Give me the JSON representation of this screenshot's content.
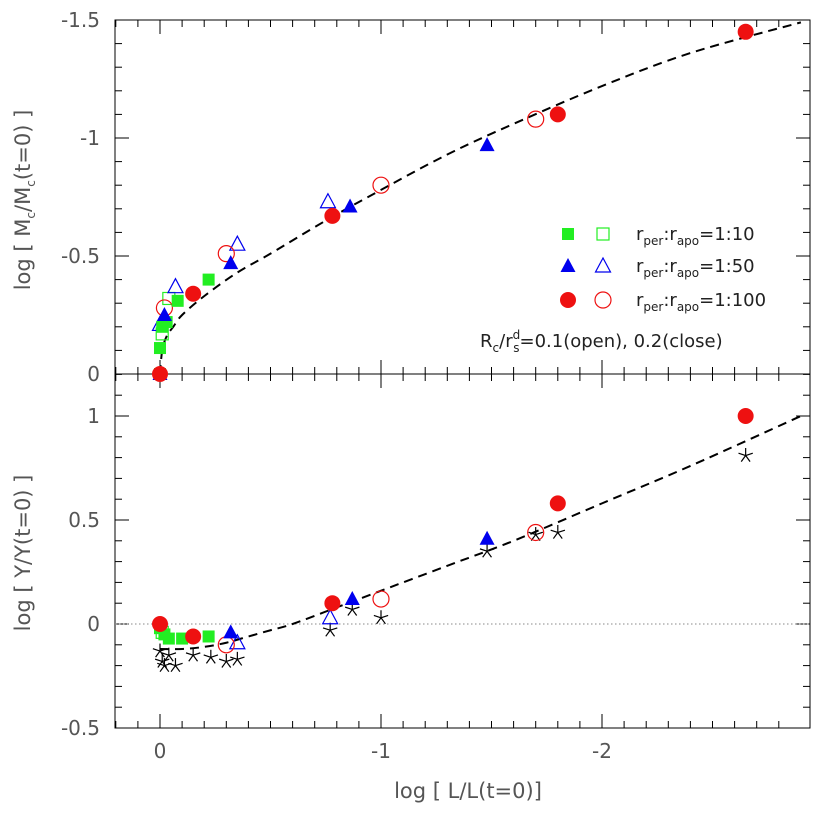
{
  "xlabel": "log [ L/L(t=0)]",
  "top_panel": {
    "ylabel": "log [ Mc/Mc(t=0) ]",
    "ylabel_main": "log [ M",
    "ylabel_sub1": "c",
    "ylabel_mid": "/M",
    "ylabel_sub2": "c",
    "ylabel_end": "(t=0) ]",
    "ytick_labels": [
      "0",
      "-0.5",
      "-1",
      "-1.5"
    ],
    "legend": [
      {
        "prefix": "r",
        "sub1": "per",
        "mid": ":r",
        "sub2": "apo",
        "ratio": "=1:10",
        "color": "#22ee22",
        "filled_marker": "square",
        "open_marker": "open-square"
      },
      {
        "prefix": "r",
        "sub1": "per",
        "mid": ":r",
        "sub2": "apo",
        "ratio": "=1:50",
        "color": "#0000ee",
        "filled_marker": "triangle",
        "open_marker": "open-triangle"
      },
      {
        "prefix": "r",
        "sub1": "per",
        "mid": ":r",
        "sub2": "apo",
        "ratio": "=1:100",
        "color": "#ee1111",
        "filled_marker": "circle",
        "open_marker": "open-circle"
      }
    ],
    "note_main": "R",
    "note_sub": "c",
    "note_mid": "/r",
    "note_sup": "d",
    "note_sub2": "s",
    "note_end": "=0.1(open), 0.2(close)"
  },
  "bottom_panel": {
    "ylabel": "log [ Υ/Υ(t=0) ]",
    "ytick_labels": [
      "-0.5",
      "0",
      "0.5",
      "1"
    ]
  },
  "xtick_labels": [
    "0",
    "-1",
    "-2"
  ],
  "chart_data": [
    {
      "type": "scatter",
      "panel": "top",
      "xlim": [
        0.2,
        -2.9
      ],
      "ylim": [
        0,
        -1.5
      ],
      "series": [
        {
          "name": "rper:rapo=1:10 (close)",
          "marker": "square",
          "filled": true,
          "color": "#22ee22",
          "x": [
            0,
            0,
            -0.01,
            -0.03,
            -0.08,
            -0.22
          ],
          "y": [
            0,
            -0.11,
            -0.2,
            -0.22,
            -0.31,
            -0.4
          ]
        },
        {
          "name": "rper:rapo=1:10 (open)",
          "marker": "open-square",
          "filled": false,
          "color": "#22ee22",
          "x": [
            -0.01,
            -0.04
          ],
          "y": [
            -0.17,
            -0.32
          ]
        },
        {
          "name": "rper:rapo=1:50 (close)",
          "marker": "triangle",
          "filled": true,
          "color": "#0000ee",
          "x": [
            0,
            -0.02,
            -0.32,
            -0.86,
            -1.48
          ],
          "y": [
            0,
            -0.25,
            -0.47,
            -0.71,
            -0.97
          ]
        },
        {
          "name": "rper:rapo=1:50 (open)",
          "marker": "open-triangle",
          "filled": false,
          "color": "#0000ee",
          "x": [
            0,
            -0.07,
            -0.35,
            -0.76
          ],
          "y": [
            -0.21,
            -0.37,
            -0.55,
            -0.73
          ]
        },
        {
          "name": "rper:rapo=1:100 (close)",
          "marker": "circle",
          "filled": true,
          "color": "#ee1111",
          "x": [
            0,
            -0.15,
            -0.78,
            -1.8,
            -2.65
          ],
          "y": [
            0,
            -0.34,
            -0.67,
            -1.1,
            -1.45
          ]
        },
        {
          "name": "rper:rapo=1:100 (open)",
          "marker": "open-circle",
          "filled": false,
          "color": "#ee1111",
          "x": [
            -0.02,
            -0.3,
            -1.0,
            -1.7
          ],
          "y": [
            -0.28,
            -0.51,
            -0.8,
            -1.08
          ]
        }
      ],
      "fit_curve": {
        "style": "dashed",
        "x": [
          0,
          -0.01,
          -0.03,
          -0.06,
          -0.1,
          -0.2,
          -0.35,
          -0.5,
          -0.75,
          -1.0,
          -1.3,
          -1.6,
          -2.0,
          -2.4,
          -2.9
        ],
        "y": [
          0,
          -0.1,
          -0.16,
          -0.2,
          -0.25,
          -0.33,
          -0.43,
          -0.51,
          -0.65,
          -0.78,
          -0.93,
          -1.06,
          -1.22,
          -1.36,
          -1.49
        ]
      }
    },
    {
      "type": "scatter",
      "panel": "bottom",
      "xlim": [
        0.2,
        -2.9
      ],
      "ylim": [
        -0.5,
        1.2
      ],
      "series": [
        {
          "name": "rper:rapo=1:10 (close)",
          "marker": "square",
          "filled": true,
          "color": "#22ee22",
          "x": [
            0,
            -0.02,
            -0.04,
            -0.1,
            -0.22
          ],
          "y": [
            -0.02,
            -0.05,
            -0.07,
            -0.07,
            -0.06
          ]
        },
        {
          "name": "rper:rapo=1:10 (open)",
          "marker": "open-square",
          "filled": false,
          "color": "#22ee22",
          "x": [
            -0.01
          ],
          "y": [
            -0.04
          ]
        },
        {
          "name": "rper:rapo=1:50 (close)",
          "marker": "triangle",
          "filled": true,
          "color": "#0000ee",
          "x": [
            -0.32,
            -0.87,
            -1.48
          ],
          "y": [
            -0.04,
            0.12,
            0.41
          ]
        },
        {
          "name": "rper:rapo=1:50 (open)",
          "marker": "open-triangle",
          "filled": false,
          "color": "#0000ee",
          "x": [
            -0.35,
            -0.77
          ],
          "y": [
            -0.09,
            0.03
          ]
        },
        {
          "name": "rper:rapo=1:100 (close)",
          "marker": "circle",
          "filled": true,
          "color": "#ee1111",
          "x": [
            0,
            -0.15,
            -0.78,
            -1.8,
            -2.65
          ],
          "y": [
            0,
            -0.06,
            0.1,
            0.58,
            1.0
          ]
        },
        {
          "name": "rper:rapo=1:100 (open)",
          "marker": "open-circle",
          "filled": false,
          "color": "#ee1111",
          "x": [
            -0.3,
            -1.0,
            -1.7
          ],
          "y": [
            -0.1,
            0.12,
            0.44
          ]
        },
        {
          "name": "stars",
          "marker": "star",
          "filled": false,
          "color": "#000000",
          "x": [
            0,
            -0.01,
            -0.02,
            -0.04,
            -0.07,
            -0.15,
            -0.23,
            -0.3,
            -0.35,
            -0.77,
            -0.87,
            -1.0,
            -1.48,
            -1.7,
            -1.8,
            -2.65
          ],
          "y": [
            -0.13,
            -0.18,
            -0.2,
            -0.15,
            -0.2,
            -0.15,
            -0.16,
            -0.18,
            -0.17,
            -0.03,
            0.07,
            0.03,
            0.35,
            0.43,
            0.44,
            0.81
          ]
        }
      ],
      "fit_curve": {
        "style": "dashed",
        "x": [
          0,
          -0.1,
          -0.2,
          -0.3,
          -0.4,
          -0.5,
          -0.6,
          -0.8,
          -1.0,
          -1.3,
          -1.6,
          -2.0,
          -2.4,
          -2.9
        ],
        "y": [
          -0.12,
          -0.12,
          -0.11,
          -0.09,
          -0.06,
          -0.03,
          0.0,
          0.08,
          0.16,
          0.28,
          0.4,
          0.58,
          0.76,
          1.0
        ]
      },
      "reference_line": {
        "style": "dotted",
        "y": 0
      }
    }
  ]
}
